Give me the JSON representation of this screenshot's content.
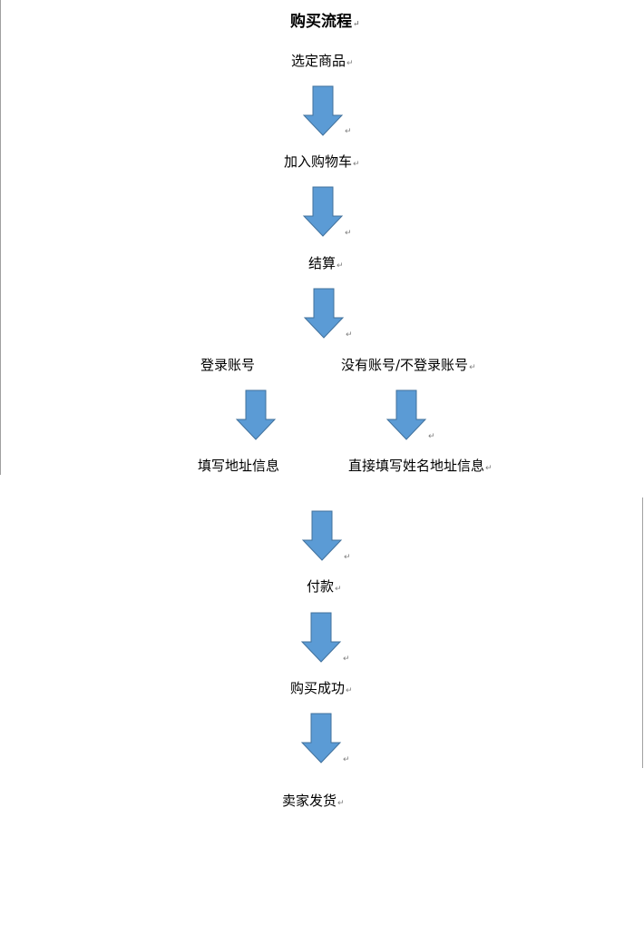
{
  "title": "购买流程",
  "paragraph_mark": "↵",
  "colors": {
    "arrow_fill": "#5b9bd5",
    "arrow_stroke": "#41719c"
  },
  "steps": [
    "选定商品",
    "加入购物车",
    "结算"
  ],
  "branches": {
    "left": {
      "label": "登录账号",
      "next": "填写地址信息"
    },
    "right": {
      "label": "没有账号/不登录账号",
      "next": "直接填写姓名地址信息"
    }
  },
  "steps_after": [
    "付款",
    "购买成功",
    "卖家发货"
  ],
  "icons": [
    "down-arrow-icon"
  ]
}
